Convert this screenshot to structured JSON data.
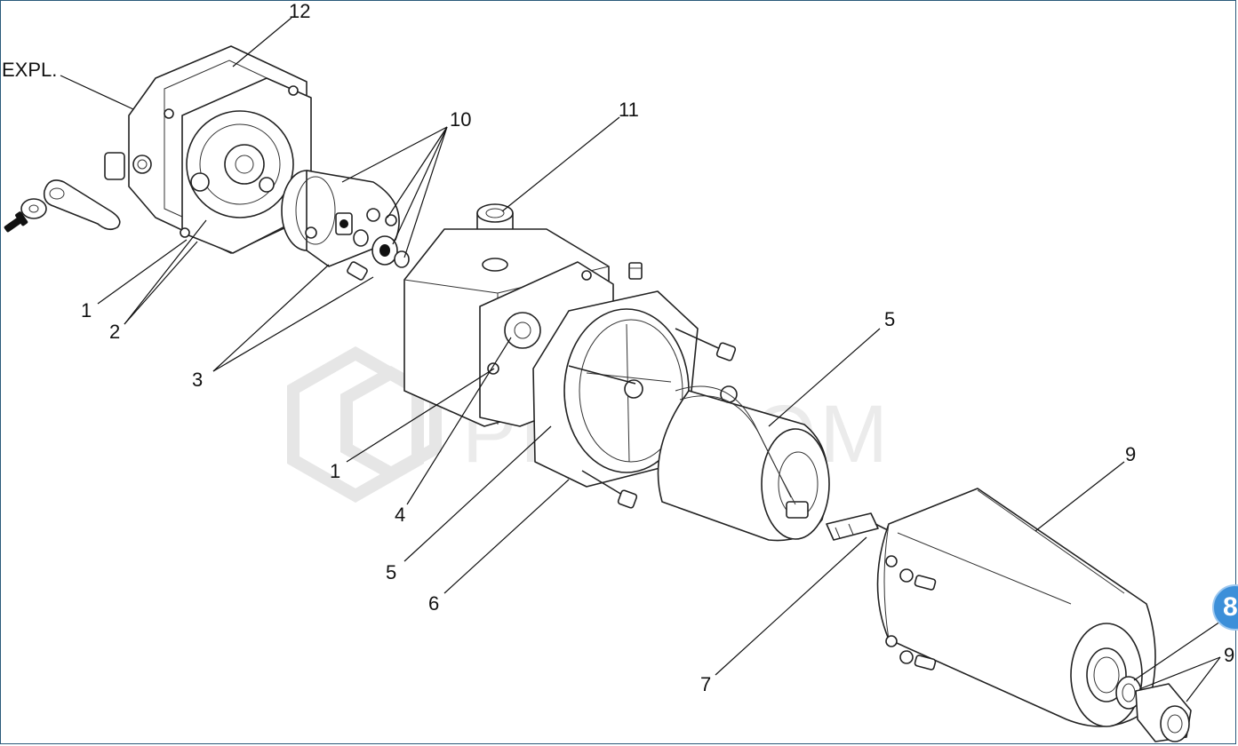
{
  "watermark": "PLUSCOM",
  "labels": {
    "expl": "EXPL.",
    "l12": "12",
    "l10": "10",
    "l11": "11",
    "l1a": "1",
    "l2": "2",
    "l3": "3",
    "l5a": "5",
    "l1b": "1",
    "l4": "4",
    "l5b": "5",
    "l6": "6",
    "l9a": "9",
    "l7": "7",
    "l9b": "9"
  },
  "badge": "8"
}
